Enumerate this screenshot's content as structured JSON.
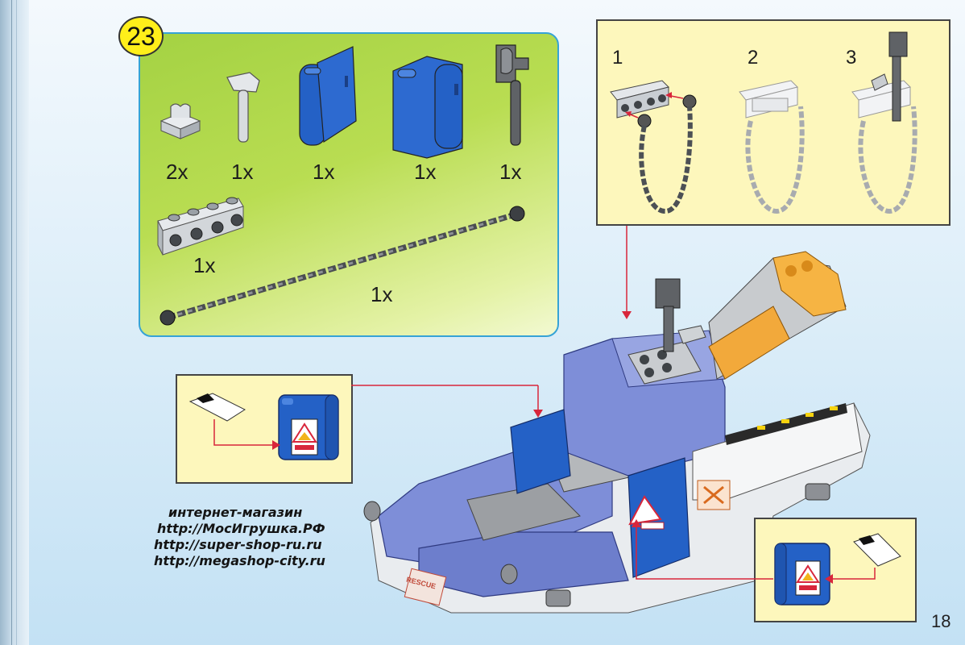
{
  "step": {
    "number": "23"
  },
  "parts": [
    {
      "name": "clip-plate",
      "qty": "2x"
    },
    {
      "name": "hammer",
      "qty": "1x"
    },
    {
      "name": "blue-door-left",
      "qty": "1x"
    },
    {
      "name": "blue-door-right",
      "qty": "1x"
    },
    {
      "name": "wrench",
      "qty": "1x"
    },
    {
      "name": "bracket-plate",
      "qty": "1x"
    },
    {
      "name": "chain",
      "qty": "1x"
    }
  ],
  "substeps": [
    "1",
    "2",
    "3"
  ],
  "main_model": {
    "plate_text": "RESCUE"
  },
  "watermark": {
    "line1": "интернет-магазин",
    "line2": "http://МосИгрушка.РФ",
    "line3": "http://super-shop-ru.ru",
    "line4": "http://megashop-city.ru"
  },
  "page_number": "18",
  "colors": {
    "badge": "#ffef1a",
    "panel_green": "#a4d243",
    "callout_yellow": "#fdf7bc",
    "arrow_red": "#d8263b",
    "brick_blue": "#7e8ed8",
    "door_blue": "#1f57b5"
  }
}
